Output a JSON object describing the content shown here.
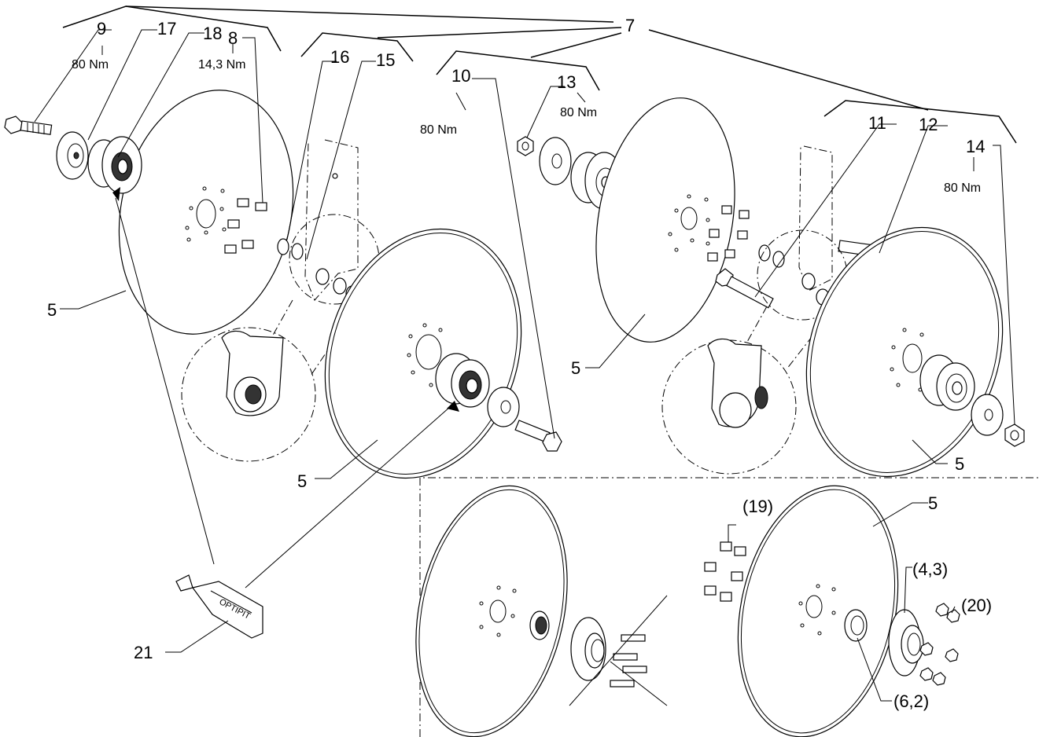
{
  "labels": {
    "l7": "7",
    "l9": "9",
    "l17": "17",
    "l18": "18",
    "l8": "8",
    "l16": "16",
    "l15": "15",
    "l10": "10",
    "l13": "13",
    "l11": "11",
    "l12": "12",
    "l14": "14",
    "l5a": "5",
    "l5b": "5",
    "l5c": "5",
    "l5d": "5",
    "l5e": "5",
    "l21": "21",
    "l19": "(19)",
    "l43": "(4,3)",
    "l20": "(20)",
    "l62": "(6,2)"
  },
  "torques": {
    "t9": "80 Nm",
    "t8": "14,3 Nm",
    "t10": "80 Nm",
    "t13": "80 Nm",
    "t14": "80 Nm"
  },
  "bottle_text": "OPTIPIT"
}
